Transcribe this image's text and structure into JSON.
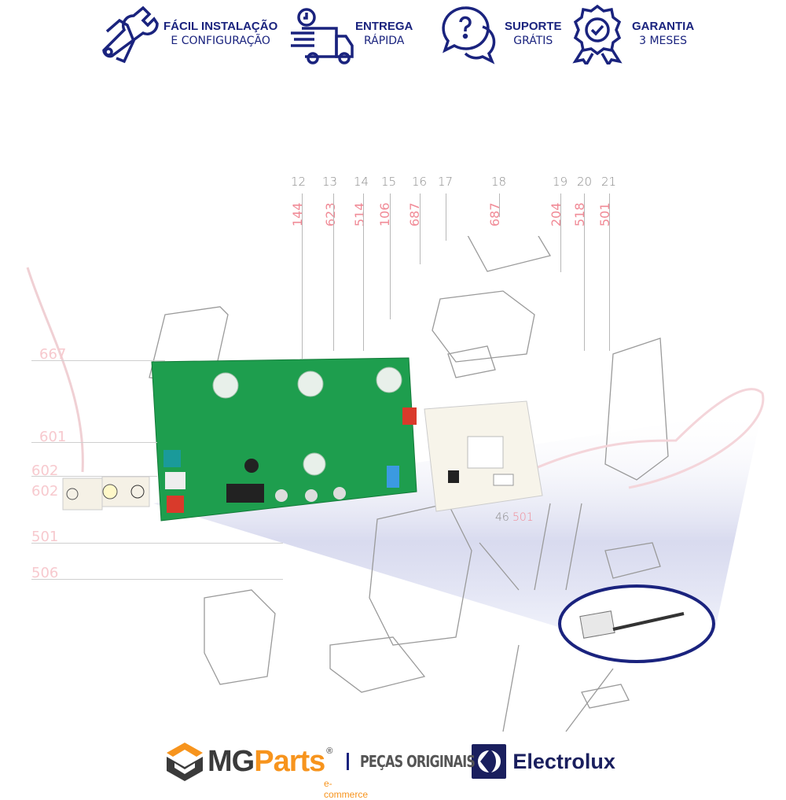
{
  "badges": [
    {
      "icon": "wrench-hand-icon",
      "line1": "FÁCIL INSTALAÇÃO",
      "line2": "E CONFIGURAÇÃO"
    },
    {
      "icon": "delivery-truck-icon",
      "line1": "ENTREGA",
      "line2": "RÁPIDA"
    },
    {
      "icon": "support-chat-icon",
      "line1": "SUPORTE",
      "line2": "GRÁTIS"
    },
    {
      "icon": "warranty-ribbon-icon",
      "line1": "GARANTIA",
      "line2": "3 MESES"
    }
  ],
  "diagram": {
    "top_callouts": [
      {
        "num": "12",
        "ref": "144"
      },
      {
        "num": "13",
        "ref": "623"
      },
      {
        "num": "14",
        "ref": "514"
      },
      {
        "num": "15",
        "ref": "106"
      },
      {
        "num": "16",
        "ref": "687"
      },
      {
        "num": "17",
        "ref": ""
      },
      {
        "num": "18",
        "ref": "687"
      },
      {
        "num": "19",
        "ref": "204"
      },
      {
        "num": "20",
        "ref": "518"
      },
      {
        "num": "21",
        "ref": "501"
      }
    ],
    "left_refs": [
      "667",
      "601",
      "602",
      "602",
      "501",
      "506"
    ],
    "mid_callout": {
      "num": "46",
      "ref": "501"
    }
  },
  "footer": {
    "brand_mg": "MG",
    "brand_parts": "Parts",
    "registered": "®",
    "ecommerce": "e-commerce",
    "tagline": "PEÇAS ORIGINAIS",
    "partner": "Electrolux"
  },
  "colors": {
    "navy": "#1a237e",
    "orange": "#f7941d",
    "pcb_green": "#1e9e4e",
    "ref_pink": "#f08a96"
  }
}
